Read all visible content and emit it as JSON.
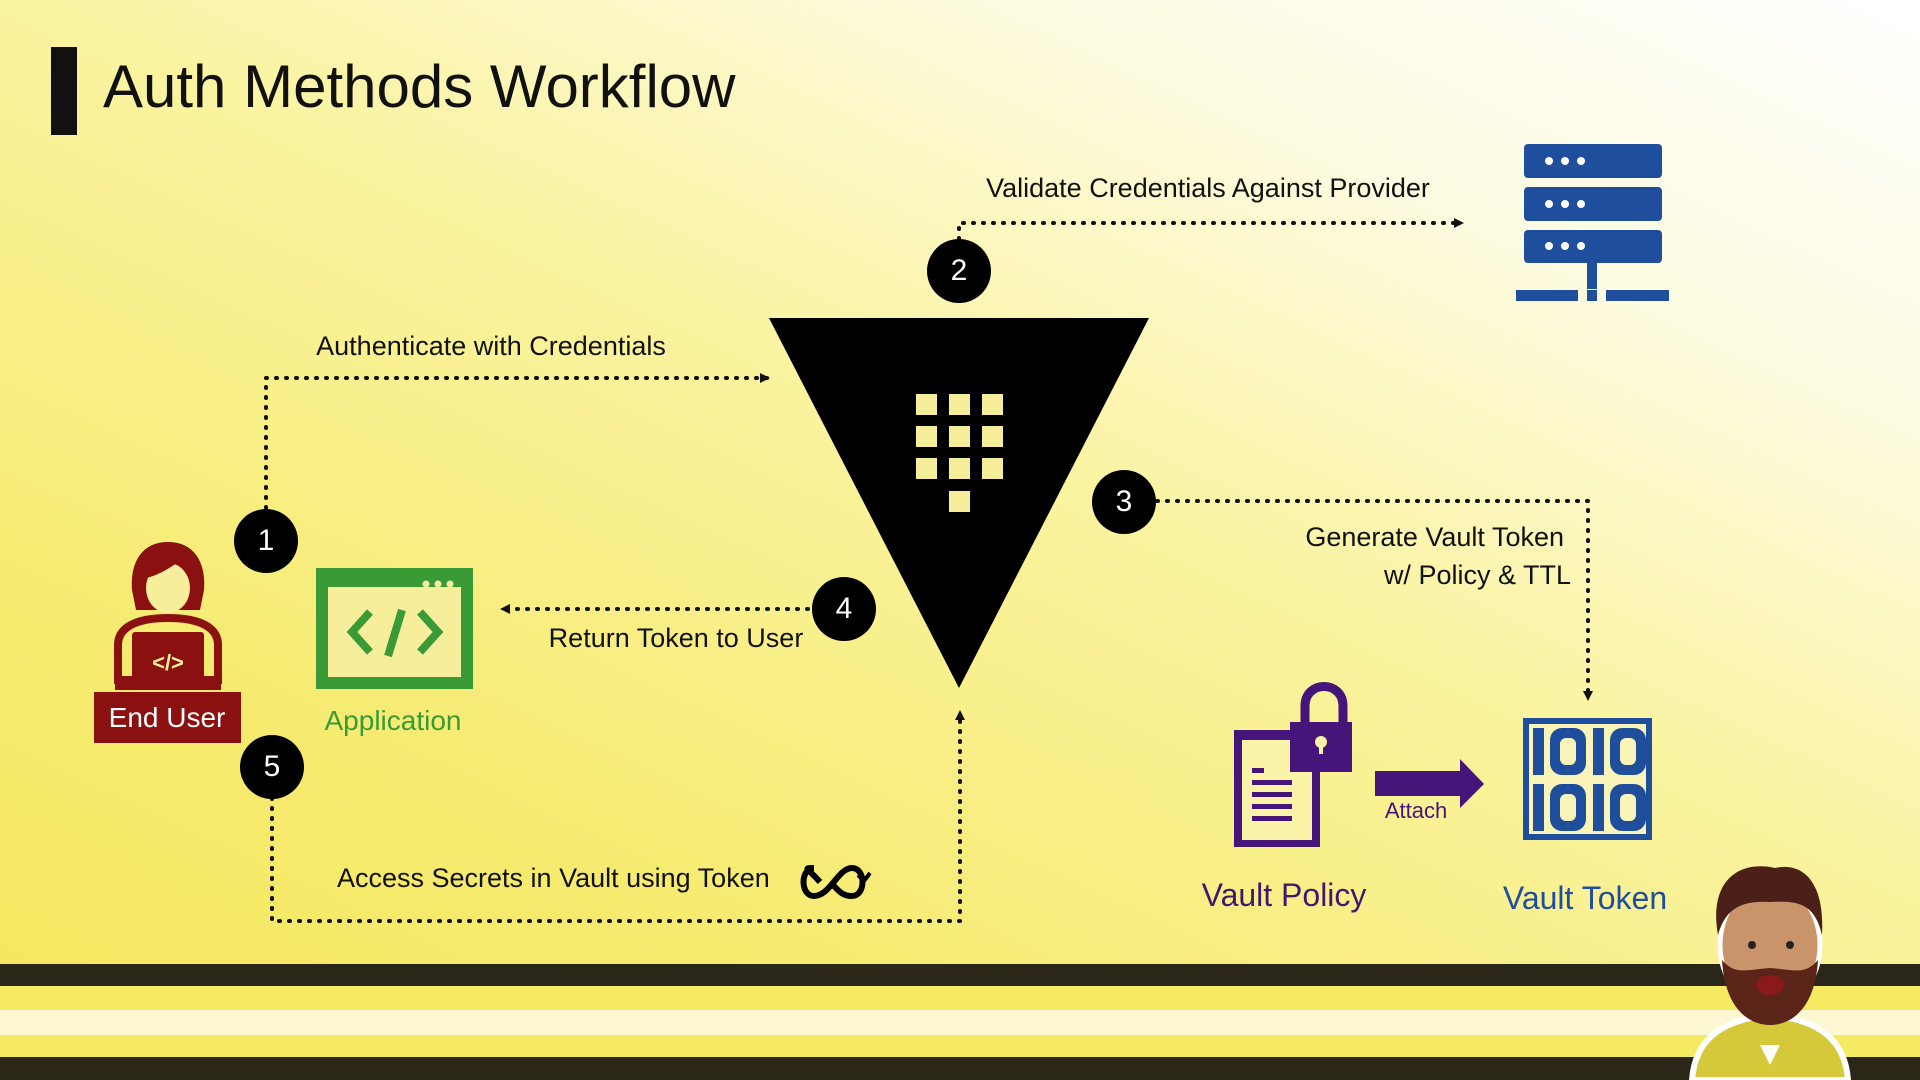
{
  "title": "Auth Methods Workflow",
  "steps": [
    {
      "number": "1",
      "label": "Authenticate with Credentials"
    },
    {
      "number": "2",
      "label": "Validate Credentials Against Provider"
    },
    {
      "number": "3",
      "label_line1": "Generate Vault Token",
      "label_line2": "w/ Policy & TTL"
    },
    {
      "number": "4",
      "label": "Return Token to User"
    },
    {
      "number": "5",
      "label": "Access Secrets in Vault using Token"
    }
  ],
  "actors": {
    "end_user": "End User",
    "application": "Application",
    "vault_policy": "Vault Policy",
    "vault_token": "Vault Token",
    "attach": "Attach",
    "token_bits_1": "1010",
    "token_bits_2": "1010"
  },
  "colors": {
    "end_user": "#8b1010",
    "application": "#3a9a35",
    "policy": "#45157a",
    "token": "#1f4e9c",
    "server": "#1f4e9c"
  }
}
